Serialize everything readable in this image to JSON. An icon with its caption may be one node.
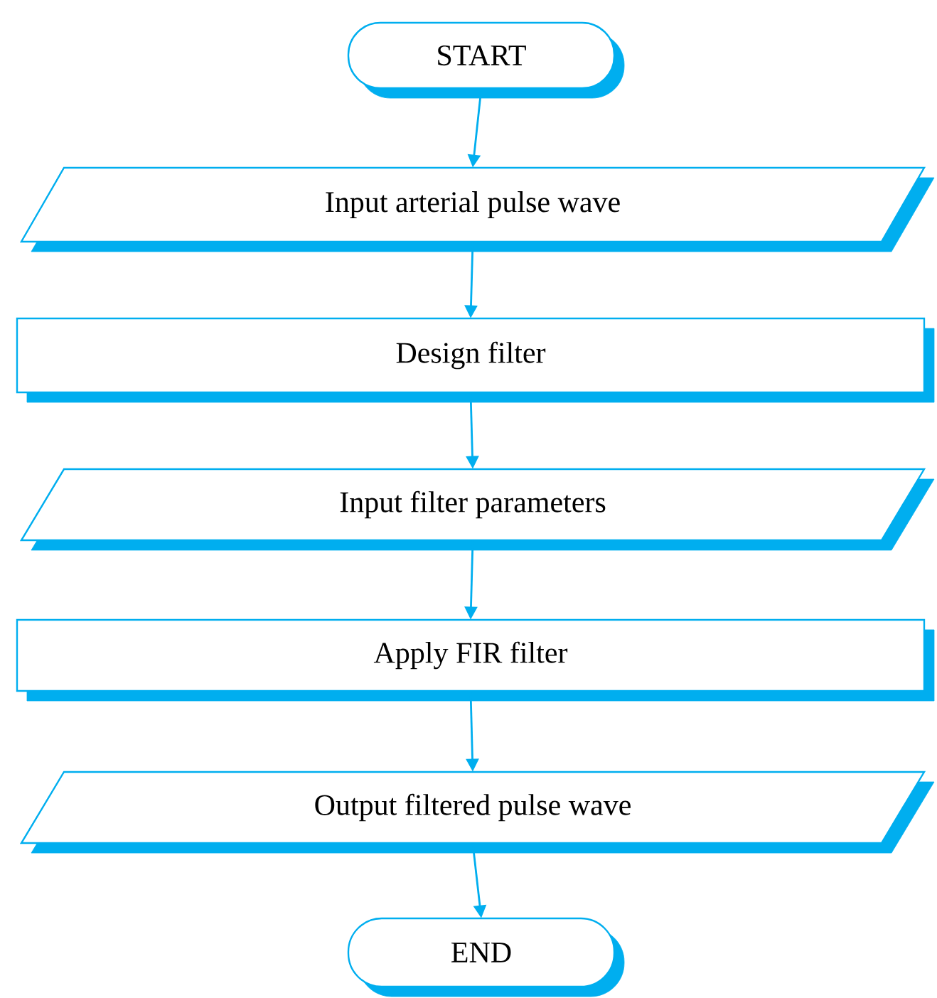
{
  "diagram": {
    "nodes": [
      {
        "text": [
          "START"
        ]
      },
      {
        "text": [
          "Input arterial pulse wave"
        ]
      },
      {
        "text": [
          "Design filter"
        ]
      },
      {
        "text": [
          "Input filter parameters"
        ]
      },
      {
        "text": [
          "Apply FIR filter"
        ]
      },
      {
        "text": [
          "Output filtered pulse wave"
        ]
      },
      {
        "text": [
          "END"
        ]
      }
    ],
    "edges": [
      {
        "from": 0,
        "to": 1,
        "arrow": "to"
      },
      {
        "from": 1,
        "to": 2,
        "arrow": "to"
      },
      {
        "from": 2,
        "to": 3,
        "arrow": "to"
      },
      {
        "from": 3,
        "to": 4,
        "arrow": "to"
      },
      {
        "from": 4,
        "to": 5,
        "arrow": "to"
      },
      {
        "from": 5,
        "to": 6,
        "arrow": "to"
      }
    ]
  }
}
